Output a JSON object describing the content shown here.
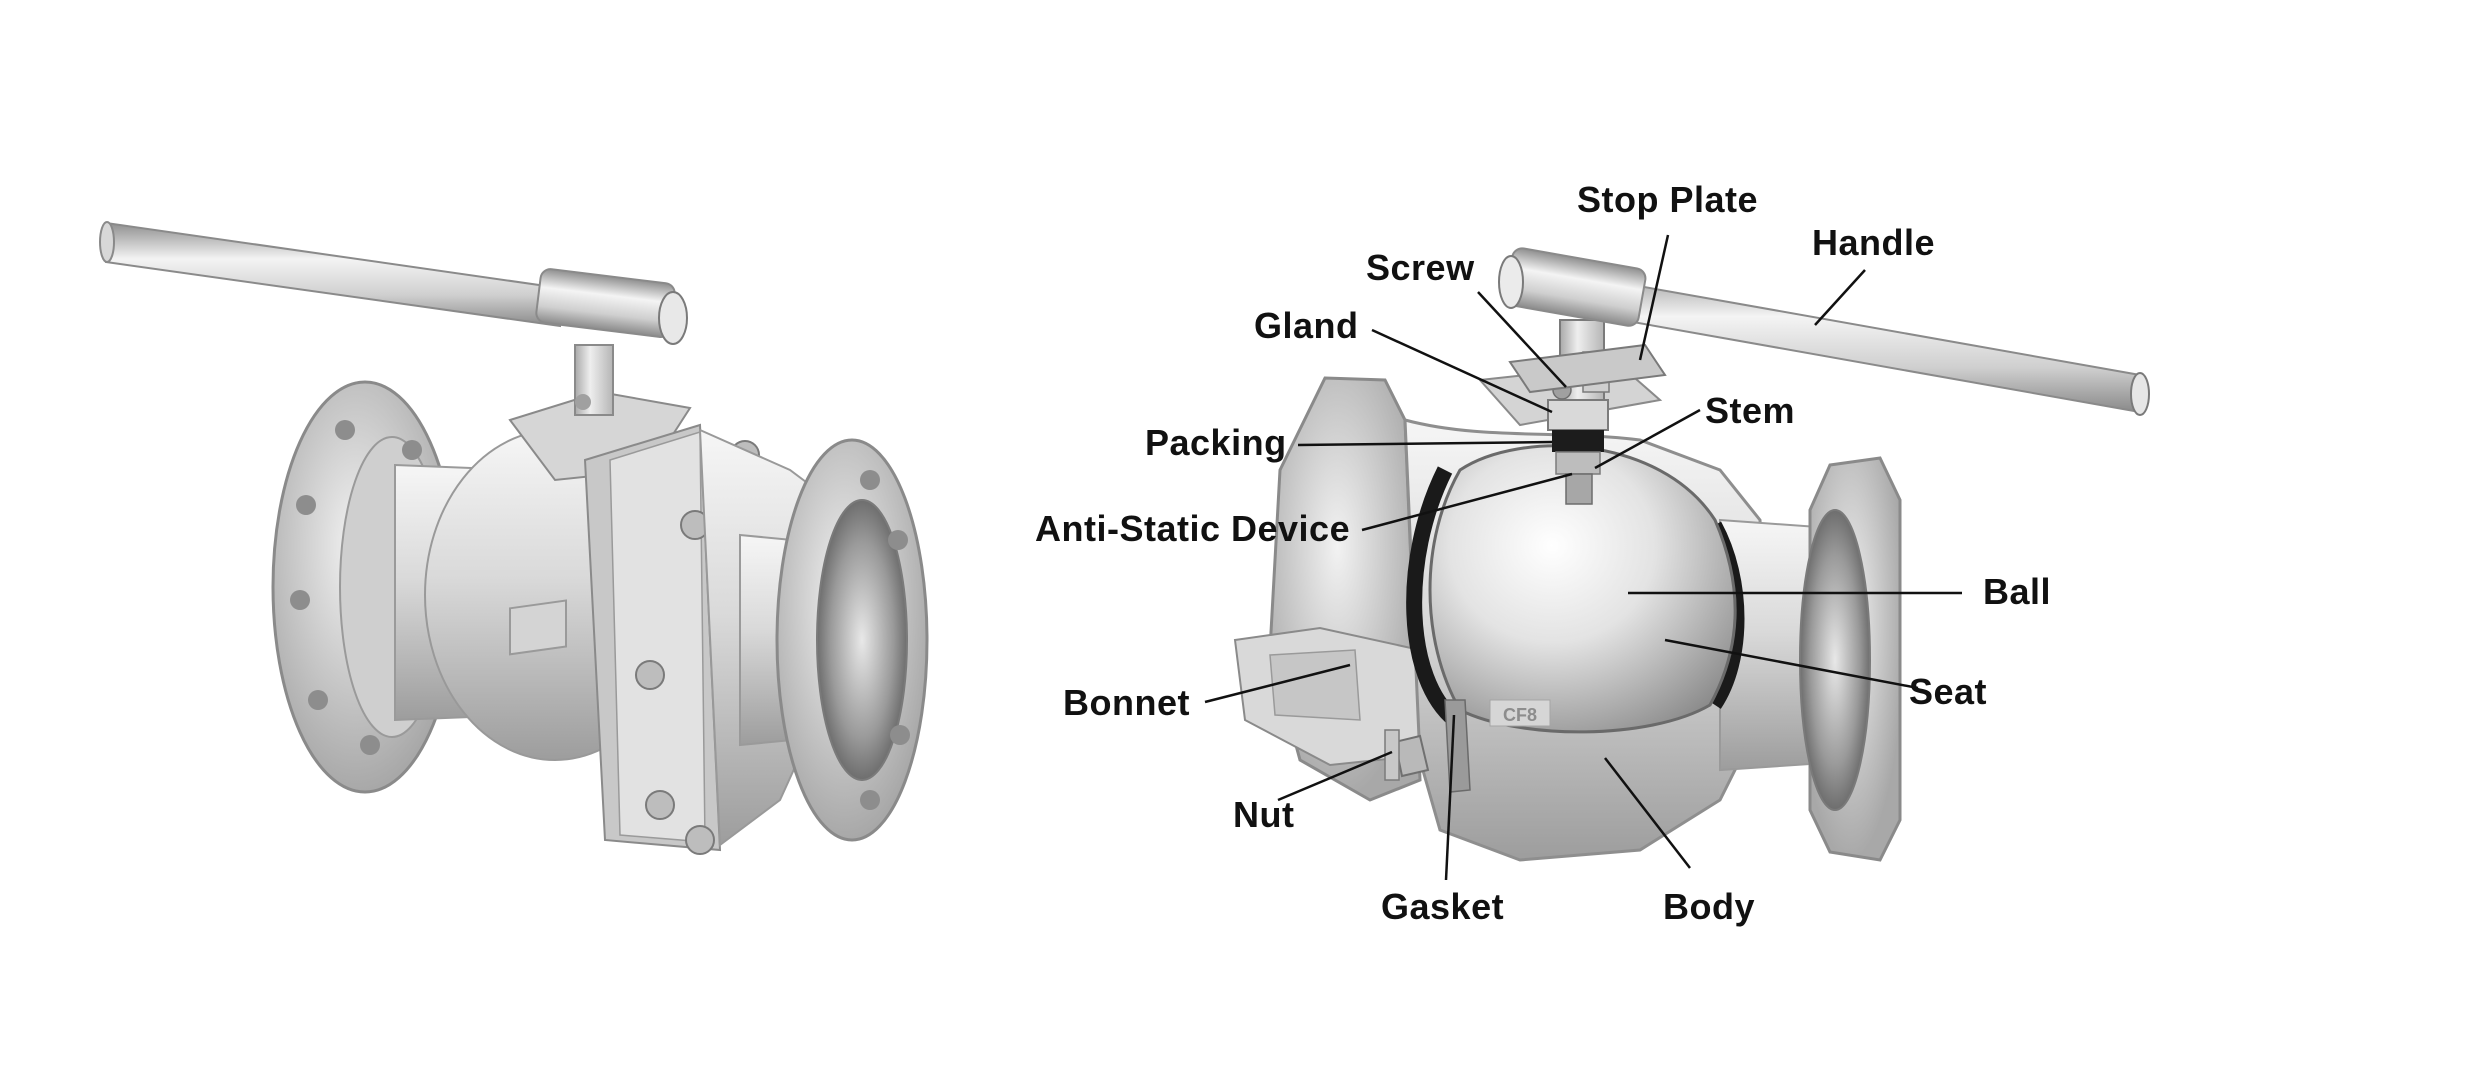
{
  "diagram": {
    "labels": {
      "stop_plate": "Stop Plate",
      "handle": "Handle",
      "screw": "Screw",
      "gland": "Gland",
      "stem": "Stem",
      "packing": "Packing",
      "anti_static_device": "Anti-Static Device",
      "ball": "Ball",
      "seat": "Seat",
      "bonnet": "Bonnet",
      "nut": "Nut",
      "gasket": "Gasket",
      "body": "Body"
    },
    "casting_mark": "CF8",
    "colors": {
      "background": "#ffffff",
      "metal_light": "#eeeeee",
      "metal_mid": "#c9c9c9",
      "metal_dark": "#8e8e8e",
      "seat_black": "#1a1a1a",
      "leader_line": "#111111",
      "text": "#111111"
    }
  }
}
